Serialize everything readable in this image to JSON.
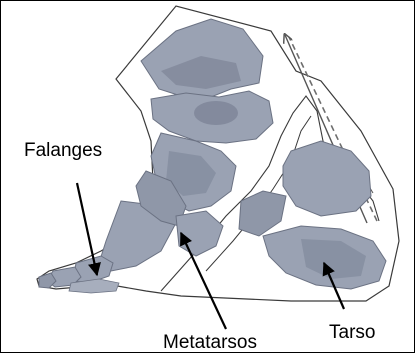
{
  "labels": {
    "phalanges": "Falanges",
    "metatarsals": "Metatarsos",
    "tarsus": "Tarso"
  },
  "colors": {
    "bone_fill": "#9aa2b3",
    "bone_shadow": "#7d8597",
    "outline": "#3a3a3a",
    "arrow": "#000000",
    "dashed_line": "#6e6e6e",
    "background": "#ffffff"
  }
}
